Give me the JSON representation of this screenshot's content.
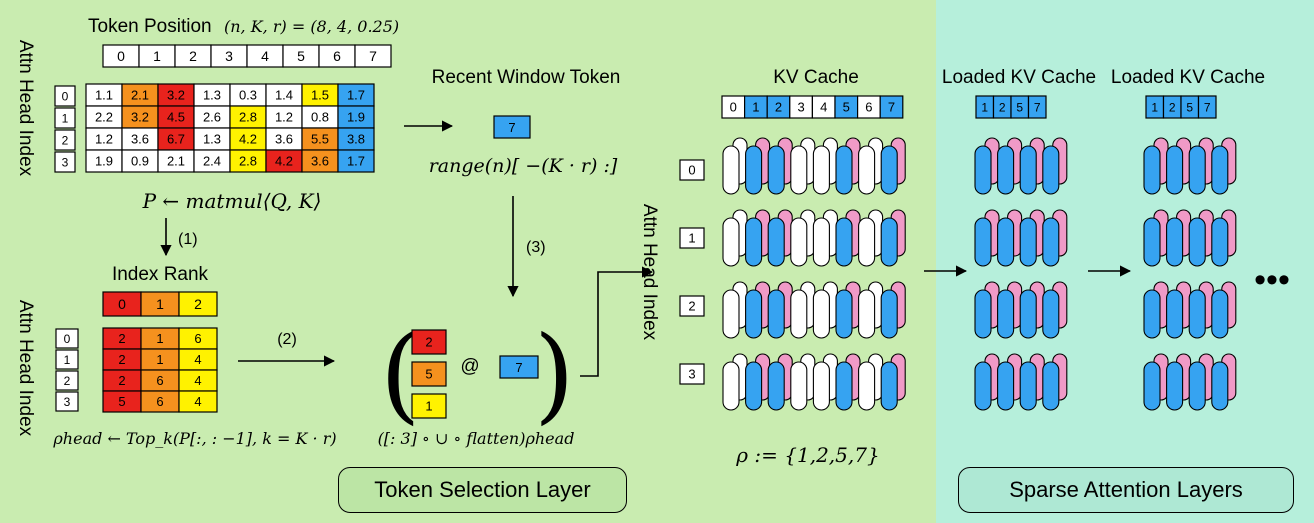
{
  "token_position": {
    "label": "Token Position",
    "formula": "(n, K, r) = (8, 4, 0.25)",
    "columns": [
      "0",
      "1",
      "2",
      "3",
      "4",
      "5",
      "6",
      "7"
    ]
  },
  "axis_label": "Attn Head Index",
  "attn_scores": {
    "rows": [
      "0",
      "1",
      "2",
      "3"
    ],
    "values": [
      [
        "1.1",
        "2.1",
        "3.2",
        "1.3",
        "0.3",
        "1.4",
        "1.5",
        "1.7"
      ],
      [
        "2.2",
        "3.2",
        "4.5",
        "2.6",
        "2.8",
        "1.2",
        "0.8",
        "1.9"
      ],
      [
        "1.2",
        "3.6",
        "6.7",
        "1.3",
        "4.2",
        "3.6",
        "5.5",
        "3.8"
      ],
      [
        "1.9",
        "0.9",
        "2.1",
        "2.4",
        "2.8",
        "4.2",
        "3.6",
        "1.7"
      ]
    ],
    "colors": [
      [
        "#ffffff",
        "#f5911e",
        "#e8231d",
        "#ffffff",
        "#ffffff",
        "#ffffff",
        "#fff200",
        "#36a3f1"
      ],
      [
        "#ffffff",
        "#f5911e",
        "#e8231d",
        "#ffffff",
        "#fff200",
        "#ffffff",
        "#ffffff",
        "#36a3f1"
      ],
      [
        "#ffffff",
        "#ffffff",
        "#e8231d",
        "#ffffff",
        "#fff200",
        "#ffffff",
        "#f5911e",
        "#36a3f1"
      ],
      [
        "#ffffff",
        "#ffffff",
        "#ffffff",
        "#ffffff",
        "#fff200",
        "#e8231d",
        "#f5911e",
        "#36a3f1"
      ]
    ]
  },
  "formula_p": "P ← matmul⟨Q, K⟩",
  "step1": "(1)",
  "step2": "(2)",
  "step3": "(3)",
  "index_rank": {
    "label": "Index Rank",
    "header": [
      "0",
      "1",
      "2"
    ],
    "rows": [
      "0",
      "1",
      "2",
      "3"
    ],
    "values": [
      [
        "2",
        "1",
        "6"
      ],
      [
        "2",
        "1",
        "4"
      ],
      [
        "2",
        "6",
        "4"
      ],
      [
        "5",
        "6",
        "4"
      ]
    ],
    "colors": [
      [
        "#e8231d",
        "#f5911e",
        "#fff200"
      ],
      [
        "#e8231d",
        "#f5911e",
        "#fff200"
      ],
      [
        "#e8231d",
        "#f5911e",
        "#fff200"
      ],
      [
        "#e8231d",
        "#f5911e",
        "#fff200"
      ]
    ]
  },
  "formula_rho_head": "ρhead ← Top_k(P[:, : −1], k = K · r)",
  "recent_window": {
    "label": "Recent Window Token",
    "token": "7",
    "formula": "range(n)[ −(K · r) :]"
  },
  "combine": {
    "stack": [
      "2",
      "5",
      "1"
    ],
    "op": "@",
    "token": "7",
    "formula": "([: 3] ∘ ∪ ∘ flatten)ρhead"
  },
  "kv_cache": {
    "label": "KV Cache",
    "tokens": [
      "0",
      "1",
      "2",
      "3",
      "4",
      "5",
      "6",
      "7"
    ],
    "selected": [
      false,
      true,
      true,
      false,
      false,
      true,
      false,
      true
    ],
    "heads": [
      "0",
      "1",
      "2",
      "3"
    ],
    "rho": "ρ := {1,2,5,7}"
  },
  "loaded_kv_cache": {
    "label": "Loaded KV Cache",
    "tokens": [
      "1",
      "2",
      "5",
      "7"
    ]
  },
  "more": "•••",
  "token_selection_layer": "Token Selection Layer",
  "sparse_attention_layers": "Sparse Attention Layers",
  "colors": {
    "blue": "#36a3f1",
    "pink": "#f09ac7",
    "red": "#e8231d",
    "orange": "#f5911e",
    "yellow": "#fff200",
    "left_bg": "#c9ecb0",
    "right_bg": "#b6efdb"
  }
}
